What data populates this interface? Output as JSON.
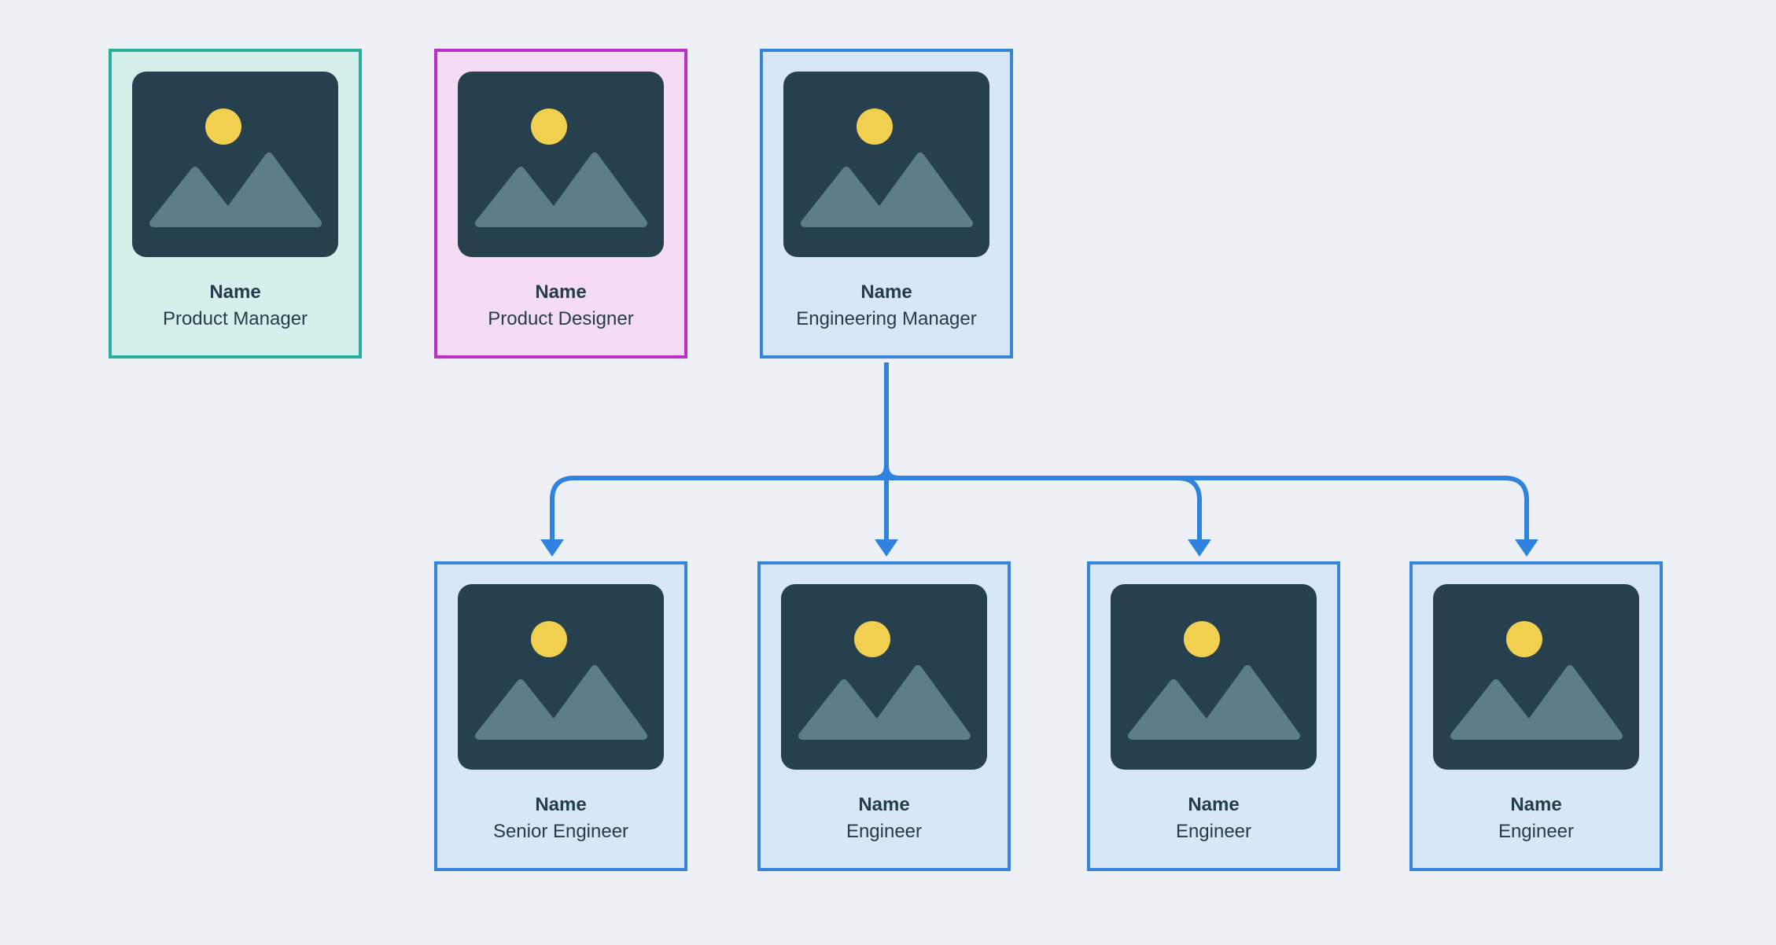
{
  "diagram": {
    "type": "org-chart",
    "background": "#edf1f6"
  },
  "colors": {
    "connector": "#2f82dd",
    "text": "#243c4b",
    "icon_bg": "#26404e",
    "icon_sun": "#f0d04e",
    "icon_mountain": "#5e7d8b"
  },
  "themes": {
    "teal": {
      "border": "#29ad9d",
      "fill": "#d5efeb"
    },
    "pink": {
      "border": "#ba30c9",
      "fill": "#f5dbf4"
    },
    "blue": {
      "border": "#3585dc",
      "fill": "#d8e7f7"
    }
  },
  "cards": [
    {
      "id": "product-manager",
      "name": "Name",
      "role": "Product Manager",
      "theme": "teal",
      "row": "top"
    },
    {
      "id": "product-designer",
      "name": "Name",
      "role": "Product Designer",
      "theme": "pink",
      "row": "top"
    },
    {
      "id": "engineering-manager",
      "name": "Name",
      "role": "Engineering Manager",
      "theme": "blue",
      "row": "top"
    },
    {
      "id": "senior-engineer",
      "name": "Name",
      "role": "Senior Engineer",
      "theme": "blue",
      "row": "bottom"
    },
    {
      "id": "engineer-1",
      "name": "Name",
      "role": "Engineer",
      "theme": "blue",
      "row": "bottom"
    },
    {
      "id": "engineer-2",
      "name": "Name",
      "role": "Engineer",
      "theme": "blue",
      "row": "bottom"
    },
    {
      "id": "engineer-3",
      "name": "Name",
      "role": "Engineer",
      "theme": "blue",
      "row": "bottom"
    }
  ],
  "edges": [
    {
      "from": "engineering-manager",
      "to": "senior-engineer"
    },
    {
      "from": "engineering-manager",
      "to": "engineer-1"
    },
    {
      "from": "engineering-manager",
      "to": "engineer-2"
    },
    {
      "from": "engineering-manager",
      "to": "engineer-3"
    }
  ]
}
